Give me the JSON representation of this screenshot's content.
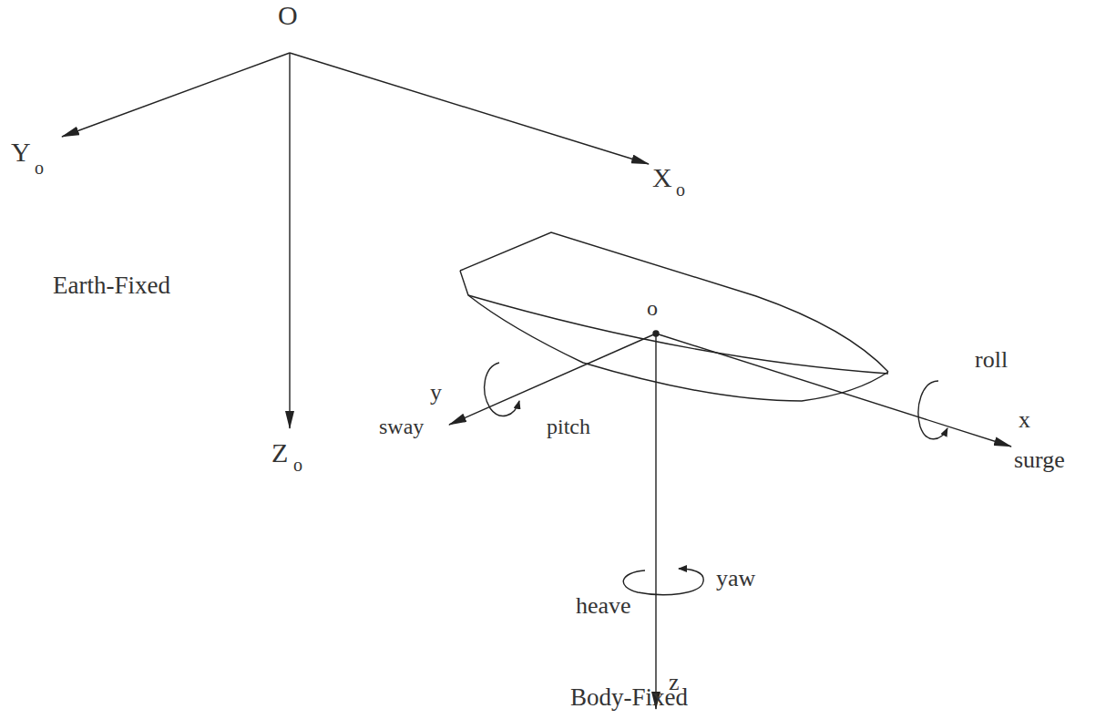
{
  "diagram": {
    "labels": [
      "O",
      "Y",
      "o",
      "X",
      "o",
      "Z",
      "o",
      "Earth-Fixed",
      "o",
      "y",
      "sway",
      "pitch",
      "x",
      "surge",
      "roll",
      "yaw",
      "heave",
      "z",
      "Body-Fixed"
    ]
  }
}
